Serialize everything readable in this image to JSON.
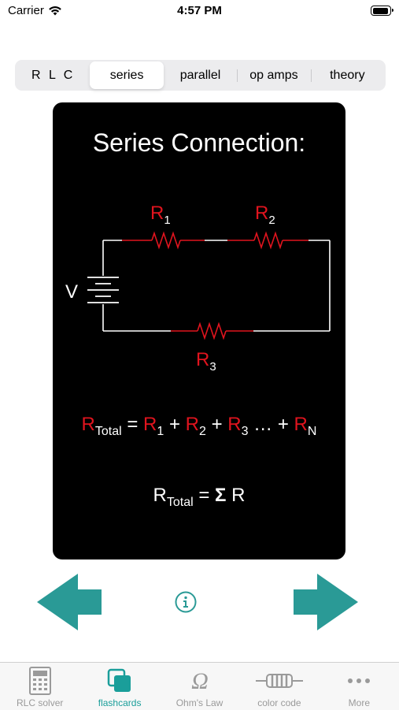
{
  "status_bar": {
    "carrier": "Carrier",
    "time": "4:57 PM"
  },
  "segments": [
    {
      "label": "R L C",
      "selected": false
    },
    {
      "label": "series",
      "selected": true
    },
    {
      "label": "parallel",
      "selected": false
    },
    {
      "label": "op amps",
      "selected": false
    },
    {
      "label": "theory",
      "selected": false
    }
  ],
  "card": {
    "title": "Series Connection:",
    "voltage": "V",
    "r1": "R",
    "r1_sub": "1",
    "r2": "R",
    "r2_sub": "2",
    "r3": "R",
    "r3_sub": "3",
    "formula1": {
      "r": "R",
      "total_sub": "Total",
      "eq": " = ",
      "t1": "R",
      "s1": "1",
      "plus1": " + ",
      "t2": "R",
      "s2": "2",
      "plus2": " + ",
      "t3": "R",
      "s3": "3",
      "dots": " … + ",
      "tn": "R",
      "sn": "N"
    },
    "formula2": {
      "r": "R",
      "total_sub": "Total",
      "eq": " = ",
      "sigma": "Σ",
      "tail": " R"
    },
    "colors": {
      "accent": "#e0141e",
      "text": "#ffffff",
      "wire": "#ffffff"
    }
  },
  "nav": {
    "prev_icon": "arrow-left-icon",
    "next_icon": "arrow-right-icon",
    "info_icon": "info-icon",
    "arrow_color": "#2a9a96"
  },
  "tabs": [
    {
      "label": "RLC solver",
      "icon": "calculator-icon",
      "active": false
    },
    {
      "label": "flashcards",
      "icon": "flashcards-icon",
      "active": true
    },
    {
      "label": "Ohm's Law",
      "icon": "omega-icon",
      "active": false
    },
    {
      "label": "color code",
      "icon": "resistor-icon",
      "active": false
    },
    {
      "label": "More",
      "icon": "more-icon",
      "active": false
    }
  ]
}
